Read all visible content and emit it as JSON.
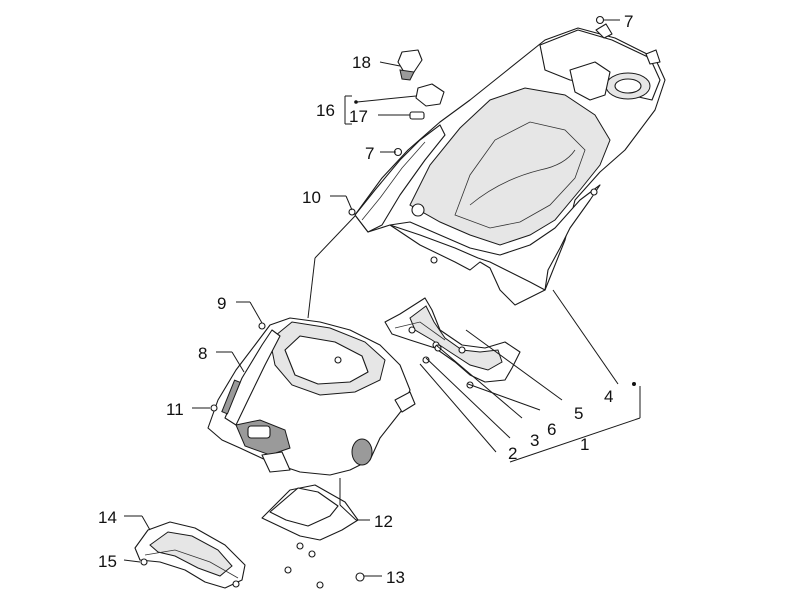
{
  "diagram": {
    "callouts": [
      {
        "id": "7a",
        "label": "7"
      },
      {
        "id": "18",
        "label": "18"
      },
      {
        "id": "16",
        "label": "16"
      },
      {
        "id": "17",
        "label": "17"
      },
      {
        "id": "7b",
        "label": "7"
      },
      {
        "id": "10",
        "label": "10"
      },
      {
        "id": "9",
        "label": "9"
      },
      {
        "id": "8",
        "label": "8"
      },
      {
        "id": "11",
        "label": "11"
      },
      {
        "id": "4",
        "label": "4"
      },
      {
        "id": "5",
        "label": "5"
      },
      {
        "id": "6",
        "label": "6"
      },
      {
        "id": "3",
        "label": "3"
      },
      {
        "id": "2",
        "label": "2"
      },
      {
        "id": "1",
        "label": "1"
      },
      {
        "id": "12",
        "label": "12"
      },
      {
        "id": "13",
        "label": "13"
      },
      {
        "id": "14",
        "label": "14"
      },
      {
        "id": "15",
        "label": "15"
      }
    ]
  }
}
